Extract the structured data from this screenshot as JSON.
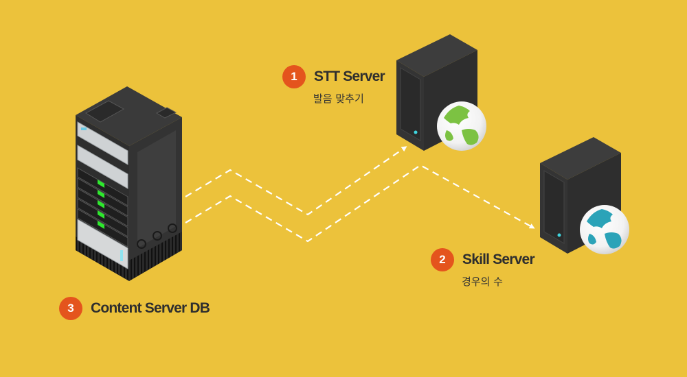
{
  "diagram": {
    "background": "#ECC23B",
    "badge_color": "#E4541D",
    "nodes": [
      {
        "id": "stt",
        "number": "1",
        "title": "STT Server",
        "subtitle": "발음 맞추기",
        "globe_color": "#7CC242"
      },
      {
        "id": "skill",
        "number": "2",
        "title": "Skill Server",
        "subtitle": "경우의 수",
        "globe_color": "#2BA3B8"
      },
      {
        "id": "content",
        "number": "3",
        "title": "Content Server DB",
        "subtitle": ""
      }
    ],
    "connections": [
      {
        "from": "content",
        "to": "stt",
        "style": "dashed",
        "arrow": true
      },
      {
        "from": "content",
        "to": "skill",
        "style": "dashed",
        "arrow": true
      }
    ]
  }
}
